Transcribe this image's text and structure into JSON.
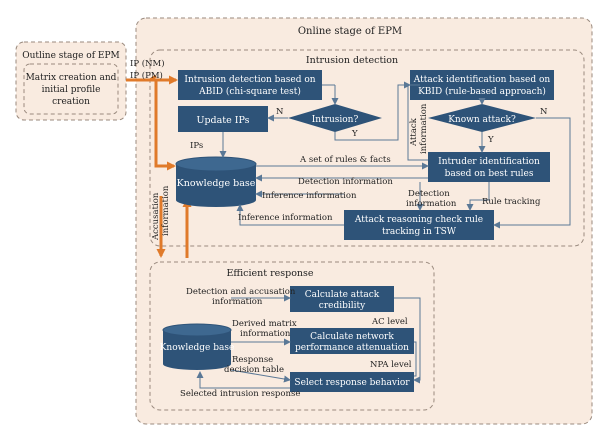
{
  "outline": {
    "title": "Outline stage of EPM",
    "box": [
      "Matrix creation and",
      "initial profile",
      "creation"
    ]
  },
  "online": {
    "title": "Online stage of EPM"
  },
  "intrusion": {
    "title": "Intrusion detection"
  },
  "response": {
    "title": "Efficient response"
  },
  "ip_labels": {
    "nm": "IP (NM)",
    "pm": "IP (PM)",
    "ips": "IPs"
  },
  "boxes": {
    "abid": [
      "Intrusion detection based on",
      "ABID (chi-square test)"
    ],
    "kbid": [
      "Attack identification based on",
      "KBID (rule-based approach)"
    ],
    "update": "Update IPs",
    "kb": "Knowledge base",
    "intruder": [
      "Intruder identification",
      "based on best rules"
    ],
    "tsw": [
      "Attack reasoning check rule",
      "tracking in TSW"
    ],
    "credibility": [
      "Calculate attack",
      "credibility"
    ],
    "npa": [
      "Calculate network",
      "performance attenuation"
    ],
    "select": "Select response behavior",
    "kb2": "Knowledge base"
  },
  "diamonds": {
    "intrusion": "Intrusion?",
    "known": "Known attack?"
  },
  "edge_labels": {
    "n1": "N",
    "y1": "Y",
    "n2": "N",
    "y2": "Y",
    "attack_info": [
      "Attack",
      "information"
    ],
    "rules_facts": "A set of rules & facts",
    "detection": "Detection information",
    "inference1": "Inference information",
    "detection2": [
      "Detection",
      "information"
    ],
    "rule_tracking": "Rule tracking",
    "inference2": "Inference information",
    "accusation": [
      "Accusation",
      "information"
    ],
    "det_acc": [
      "Detection and accusation",
      "information"
    ],
    "derived": [
      "Derived matrix",
      "information"
    ],
    "ac_level": "AC level",
    "npa_level": "NPA level",
    "resp_table": [
      "Response",
      "decision table"
    ],
    "selected": "Selected intrusion response"
  },
  "colors": {
    "box": "#2e5378",
    "stage_bg": "#f9ebe0",
    "dash": "#9a8a7e",
    "arrow": "#5a7896",
    "orange": "#e07a2a"
  }
}
